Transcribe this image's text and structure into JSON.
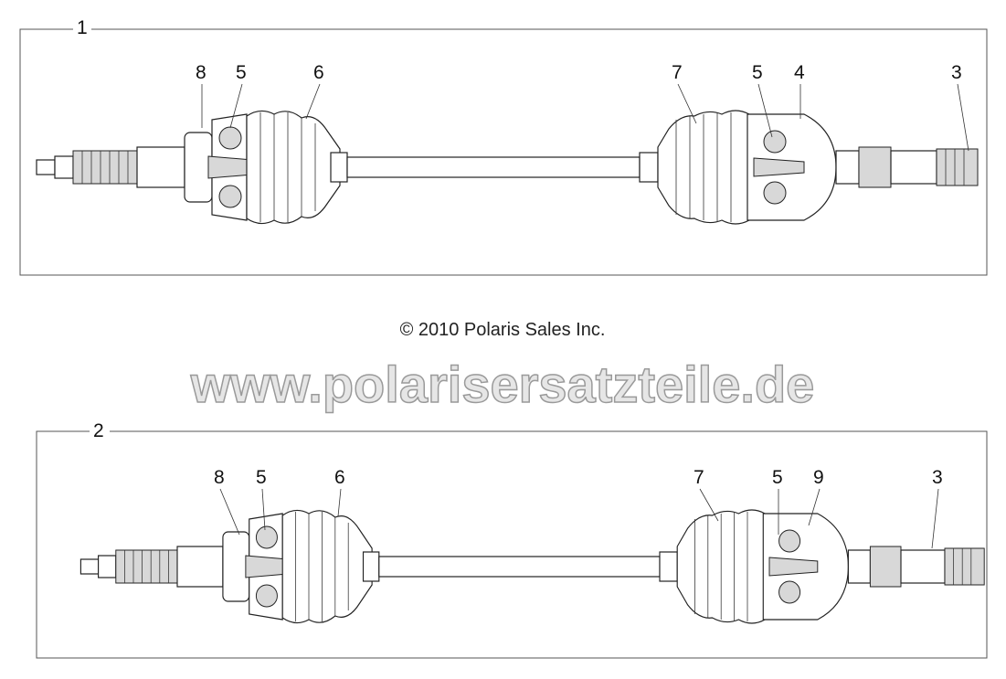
{
  "copyright": "© 2010 Polaris Sales Inc.",
  "watermark": "www.polarisersatzteile.de",
  "assemblies": [
    {
      "number": "1",
      "callouts": [
        "8",
        "5",
        "6",
        "7",
        "5",
        "4",
        "3"
      ]
    },
    {
      "number": "2",
      "callouts": [
        "8",
        "5",
        "6",
        "7",
        "5",
        "9",
        "3"
      ]
    }
  ]
}
